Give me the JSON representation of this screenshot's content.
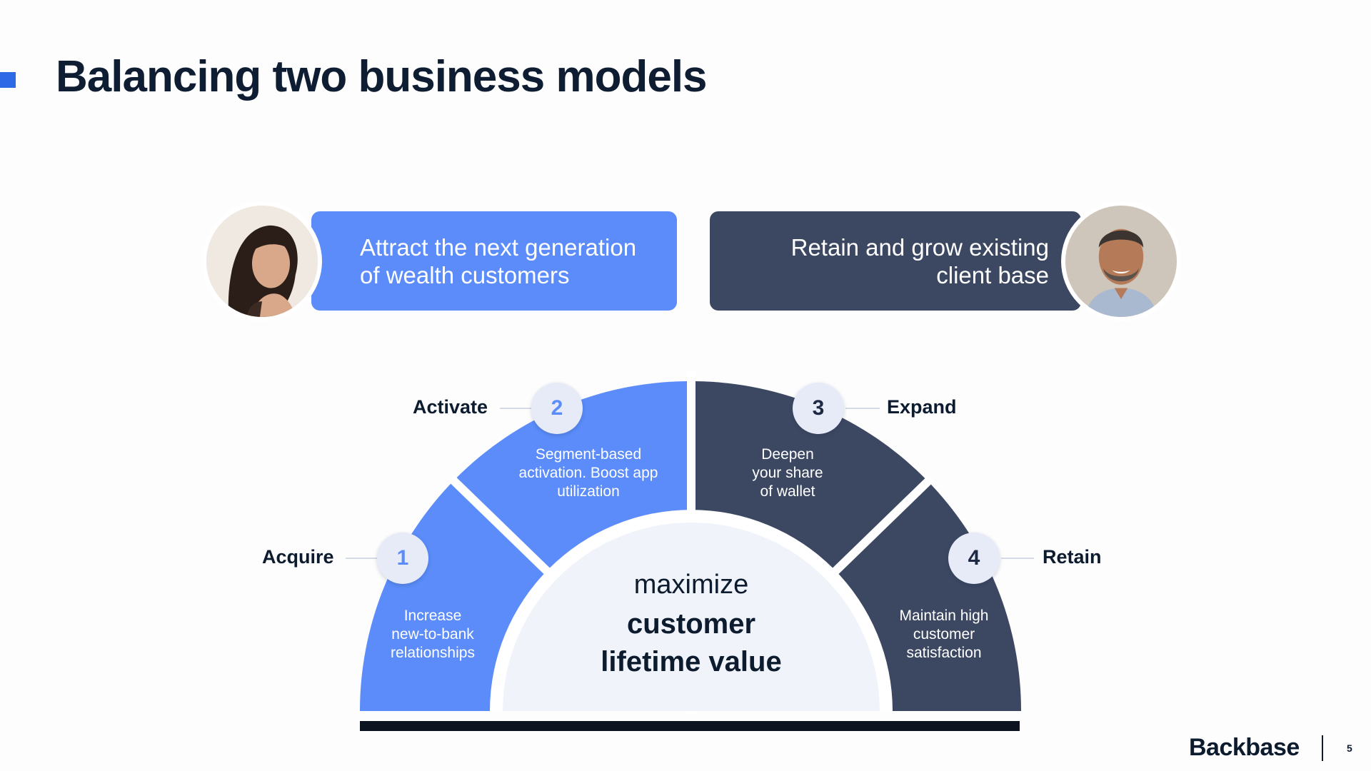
{
  "slide": {
    "title": "Balancing two business models",
    "page_number": "5",
    "brand": "Backbase",
    "accent_color": "#2f6ae6"
  },
  "banners": {
    "left": {
      "text_line1": "Attract the next generation",
      "text_line2": "of wealth customers",
      "color": "#5b8cf9",
      "avatar_icon": "woman-portrait"
    },
    "right": {
      "text_line1": "Retain and grow existing",
      "text_line2": "client base",
      "color": "#3c4862",
      "avatar_icon": "man-portrait"
    }
  },
  "stages": [
    {
      "number": "1",
      "label": "Acquire",
      "desc": [
        "Increase",
        "new-to-bank",
        "relationships"
      ],
      "color": "#5b8cf9"
    },
    {
      "number": "2",
      "label": "Activate",
      "desc": [
        "Segment-based",
        "activation. Boost app",
        "utilization"
      ],
      "color": "#5b8cf9"
    },
    {
      "number": "3",
      "label": "Expand",
      "desc": [
        "Deepen",
        "your share",
        "of wallet"
      ],
      "color": "#3c4862"
    },
    {
      "number": "4",
      "label": "Retain",
      "desc": [
        "Maintain high",
        "customer",
        "satisfaction"
      ],
      "color": "#3c4862"
    }
  ],
  "center": {
    "line1": "maximize",
    "line2": "customer",
    "line3": "lifetime value"
  }
}
